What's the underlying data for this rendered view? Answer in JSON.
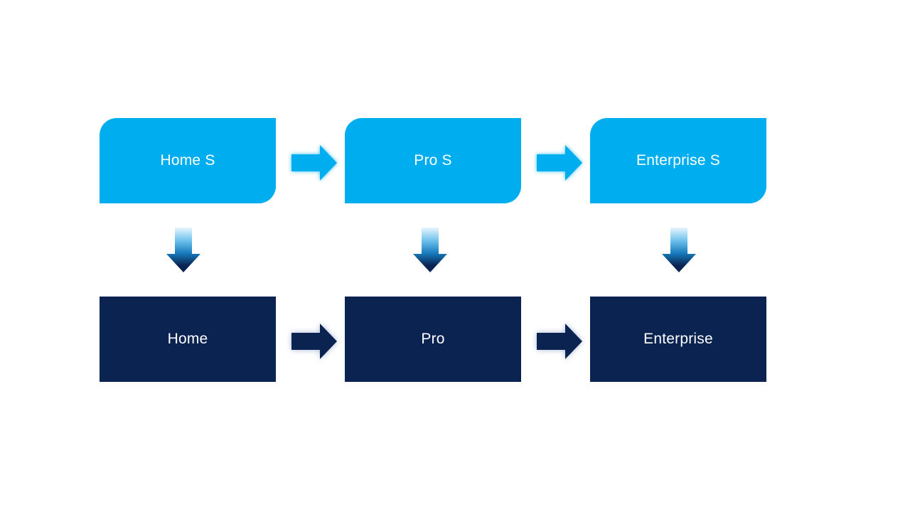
{
  "diagram": {
    "type": "process-flow",
    "columns": [
      {
        "top_label": "Home S",
        "bottom_label": "Home"
      },
      {
        "top_label": "Pro S",
        "bottom_label": "Pro"
      },
      {
        "top_label": "Enterprise S",
        "bottom_label": "Enterprise"
      }
    ],
    "flow": {
      "top_row_sequence": [
        "Home S",
        "Pro S",
        "Enterprise S"
      ],
      "bottom_row_sequence": [
        "Home",
        "Pro",
        "Enterprise"
      ],
      "vertical_links": [
        [
          "Home S",
          "Home"
        ],
        [
          "Pro S",
          "Pro"
        ],
        [
          "Enterprise S",
          "Enterprise"
        ]
      ]
    },
    "colors": {
      "background": "#FFFFFF",
      "cyan": "#00AEEF",
      "navy": "#0A2351",
      "text": "#FFFFFF",
      "down_arrow_gradient": [
        "#E8F6FD",
        "#6BC0EC",
        "#1679BA",
        "#0A2351"
      ]
    },
    "icons": {
      "horizontal_connector": "right-arrow",
      "vertical_connector": "down-arrow"
    }
  }
}
